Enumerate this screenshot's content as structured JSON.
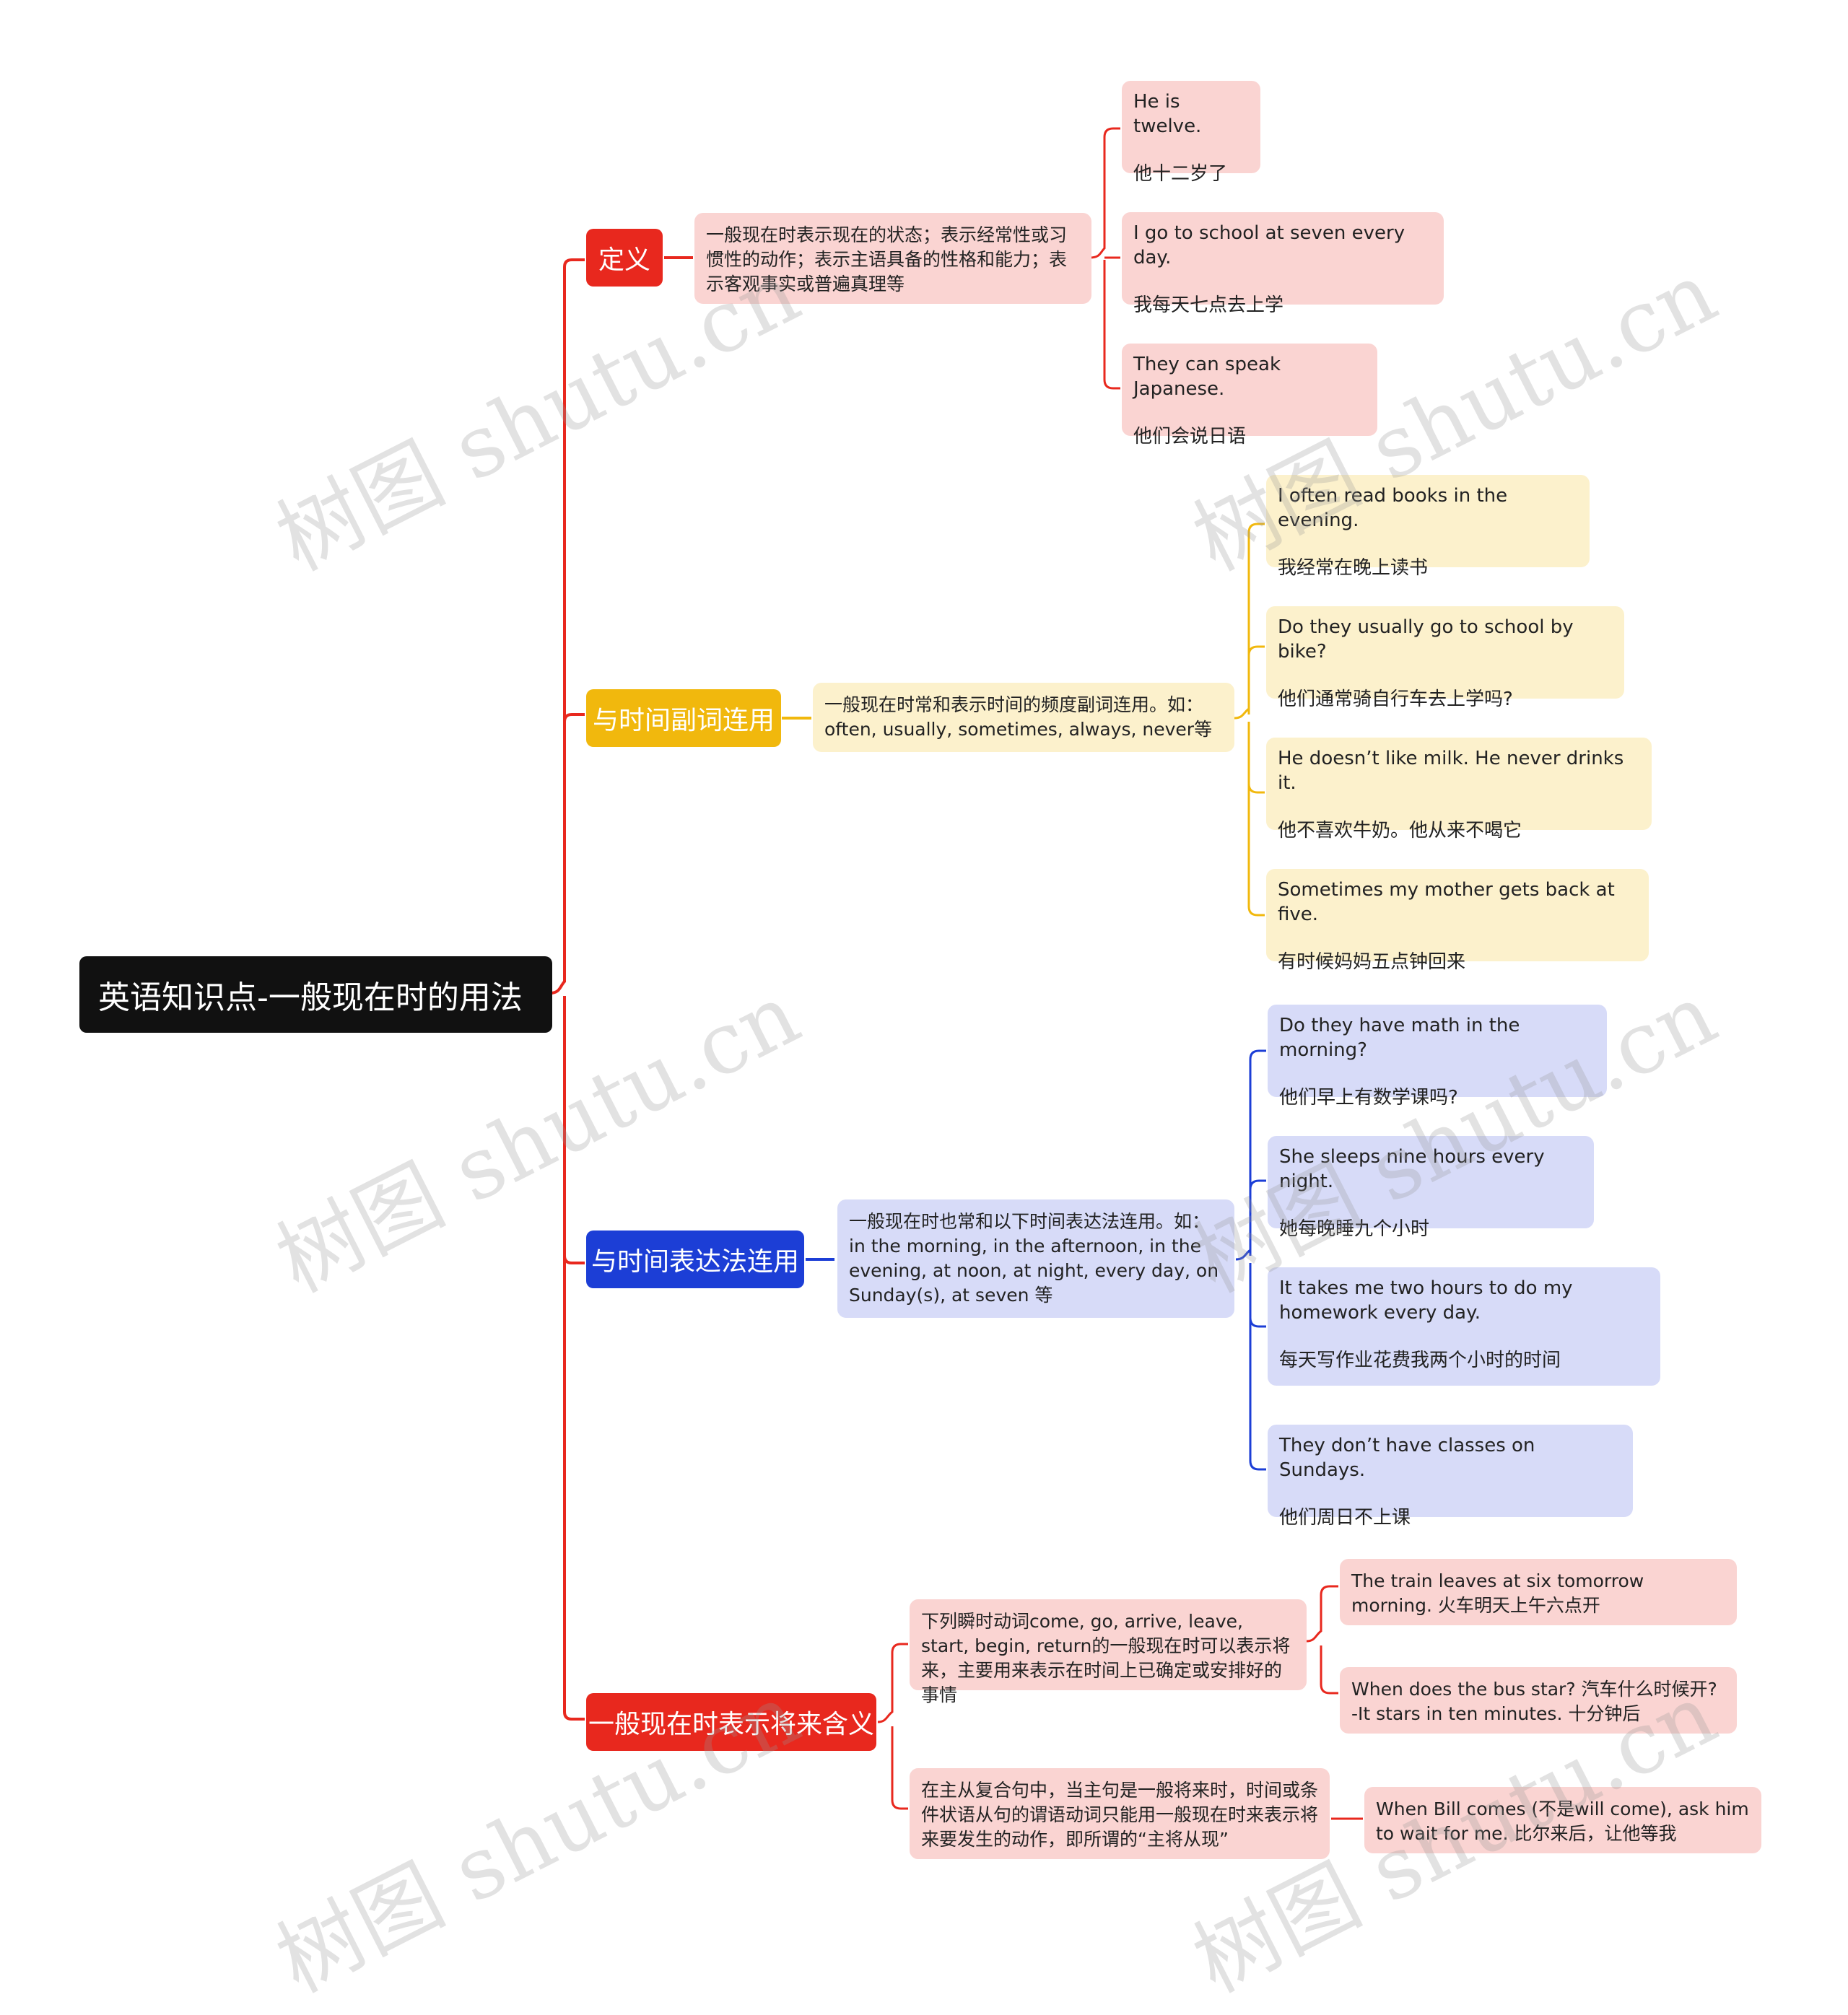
{
  "root": {
    "title": "英语知识点-一般现在时的用法"
  },
  "colors": {
    "red": "#e8281e",
    "yellow": "#f1b80d",
    "blue": "#1c3ed6",
    "root_bg": "#111111",
    "pink_card": "#fad4d2",
    "yellow_card": "#fcf1cc",
    "lavender_card": "#d7dbf8"
  },
  "branches": [
    {
      "label": "定义",
      "description": "一般现在时表示现在的状态；表示经常性或习惯性的动作；表示主语具备的性格和能力；表示客观事实或普遍真理等",
      "examples": [
        {
          "en": "He is twelve.",
          "zh": "他十二岁了"
        },
        {
          "en": "I go to school at seven every day.",
          "zh": "我每天七点去上学"
        },
        {
          "en": "They can speak Japanese.",
          "zh": "他们会说日语"
        }
      ]
    },
    {
      "label": "与时间副词连用",
      "description": "一般现在时常和表示时间的频度副词连用。如：often, usually, sometimes, always, never等",
      "examples": [
        {
          "en": "I often read books in the evening.",
          "zh": "我经常在晚上读书"
        },
        {
          "en": "Do they usually go to school by bike?",
          "zh": "他们通常骑自行车去上学吗?"
        },
        {
          "en": "He doesn’t like milk. He never drinks it.",
          "zh": "他不喜欢牛奶。他从来不喝它"
        },
        {
          "en": "Sometimes my mother gets back at five.",
          "zh": "有时候妈妈五点钟回来"
        }
      ]
    },
    {
      "label": "与时间表达法连用",
      "description": "一般现在时也常和以下时间表达法连用。如：in the morning, in the afternoon, in the evening, at noon, at night, every day, on Sunday(s), at seven 等",
      "examples": [
        {
          "en": "Do they have math in the morning?",
          "zh": "他们早上有数学课吗?"
        },
        {
          "en": "She sleeps nine hours every night.",
          "zh": "她每晚睡九个小时"
        },
        {
          "en": "It takes me two hours to do my homework every day.",
          "zh": "每天写作业花费我两个小时的时间"
        },
        {
          "en": "They don’t have classes on Sundays.",
          "zh": "他们周日不上课"
        }
      ]
    },
    {
      "label": "一般现在时表示将来含义",
      "sub": [
        {
          "description": "下列瞬时动词come, go, arrive, leave, start, begin, return的一般现在时可以表示将来，主要用来表示在时间上已确定或安排好的事情",
          "examples": [
            "The train leaves at six tomorrow morning. 火车明天上午六点开",
            "When does the bus star? 汽车什么时候开? -It stars in ten minutes. 十分钟后"
          ]
        },
        {
          "description": "在主从复合句中，当主句是一般将来时，时间或条件状语从句的谓语动词只能用一般现在时来表示将来要发生的动作，即所谓的“主将从现”",
          "examples": [
            "When Bill comes (不是will come), ask him to wait for me. 比尔来后，让他等我"
          ]
        }
      ]
    }
  ],
  "watermark": "树图 shutu.cn"
}
